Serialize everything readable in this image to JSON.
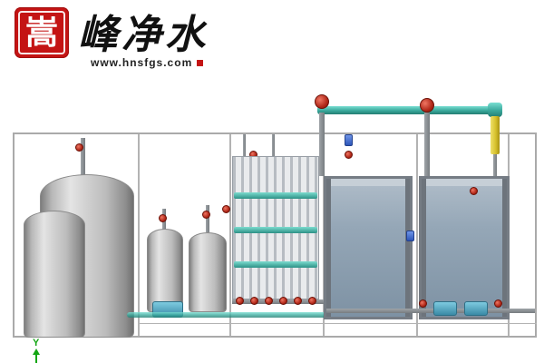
{
  "logo": {
    "seal_character": "嵩",
    "brand_text": "峰净水",
    "website": "www.hnsfgs.com",
    "brand_color": "#c41414"
  },
  "scene": {
    "axis_label": "Y",
    "description_colors": {
      "tank_silver": "#c0c0c0",
      "membrane_panel_blue": "#8da0b3",
      "pipe_teal": "#39a89b",
      "pipe_yellow": "#d8c22e",
      "valve_red": "#b02718",
      "frame_gray": "#b3b3b3",
      "axis_green": "#14a614"
    }
  }
}
